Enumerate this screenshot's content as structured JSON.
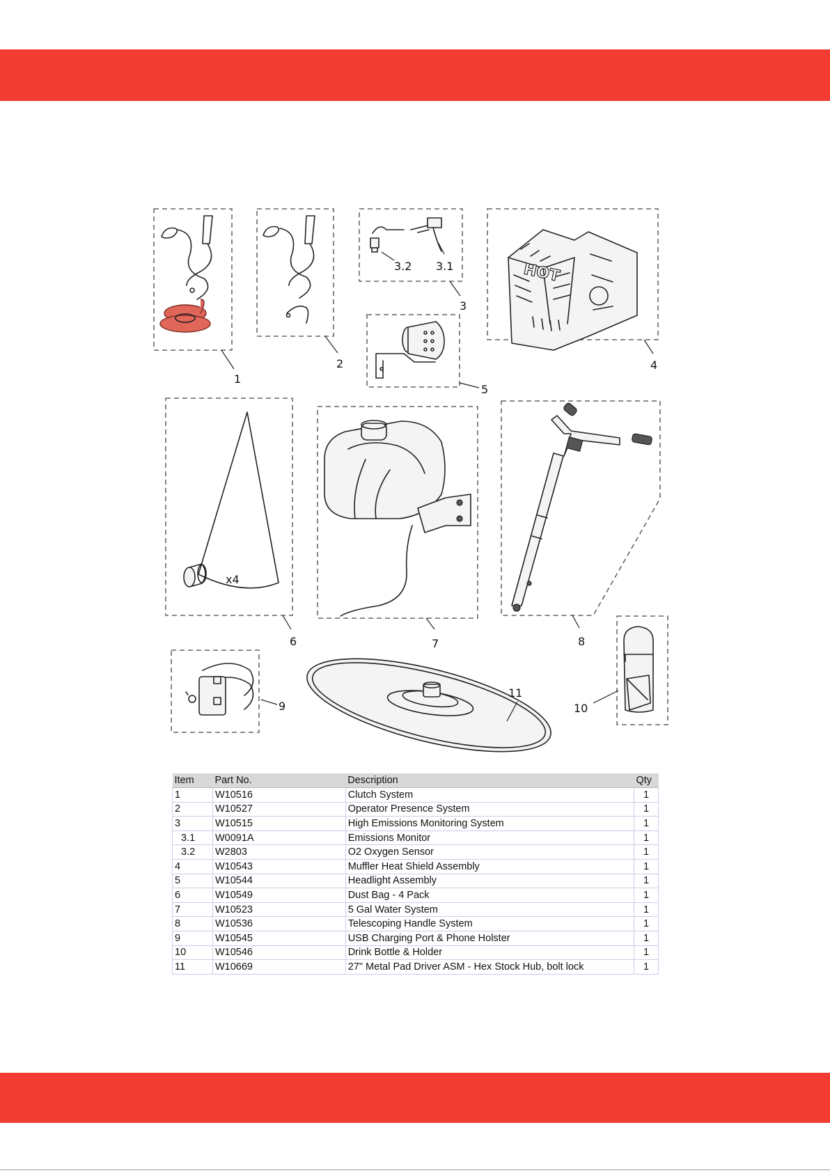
{
  "callouts": {
    "c1": "1",
    "c2": "2",
    "c3": "3",
    "c31": "3.1",
    "c32": "3.2",
    "c4": "4",
    "c5": "5",
    "c6": "6",
    "c6_qty": "x4",
    "c7": "7",
    "c8": "8",
    "c9": "9",
    "c10": "10",
    "c11": "11",
    "hot_label": "HOT"
  },
  "table": {
    "headers": {
      "item": "Item",
      "part_no": "Part No.",
      "description": "Description",
      "qty": "Qty"
    },
    "rows": [
      {
        "item": "1",
        "part_no": "W10516",
        "description": "Clutch System",
        "qty": "1"
      },
      {
        "item": "2",
        "part_no": "W10527",
        "description": "Operator Presence System",
        "qty": "1"
      },
      {
        "item": "3",
        "part_no": "W10515",
        "description": "High Emissions Monitoring System",
        "qty": "1"
      },
      {
        "item": "3.1",
        "part_no": "W0091A",
        "description": "Emissions Monitor",
        "qty": "1"
      },
      {
        "item": "3.2",
        "part_no": "W2803",
        "description": "O2 Oxygen Sensor",
        "qty": "1"
      },
      {
        "item": "4",
        "part_no": "W10543",
        "description": "Muffler Heat Shield Assembly",
        "qty": "1"
      },
      {
        "item": "5",
        "part_no": "W10544",
        "description": "Headlight Assembly",
        "qty": "1"
      },
      {
        "item": "6",
        "part_no": "W10549",
        "description": "Dust Bag - 4 Pack",
        "qty": "1"
      },
      {
        "item": "7",
        "part_no": "W10523",
        "description": "5 Gal Water System",
        "qty": "1"
      },
      {
        "item": "8",
        "part_no": "W10536",
        "description": "Telescoping Handle System",
        "qty": "1"
      },
      {
        "item": "9",
        "part_no": "W10545",
        "description": "USB Charging Port & Phone Holster",
        "qty": "1"
      },
      {
        "item": "10",
        "part_no": "W10546",
        "description": "Drink Bottle & Holder",
        "qty": "1"
      },
      {
        "item": "11",
        "part_no": "W10669",
        "description": "27\" Metal Pad Driver ASM - Hex Stock Hub, bolt lock",
        "qty": "1"
      }
    ]
  }
}
